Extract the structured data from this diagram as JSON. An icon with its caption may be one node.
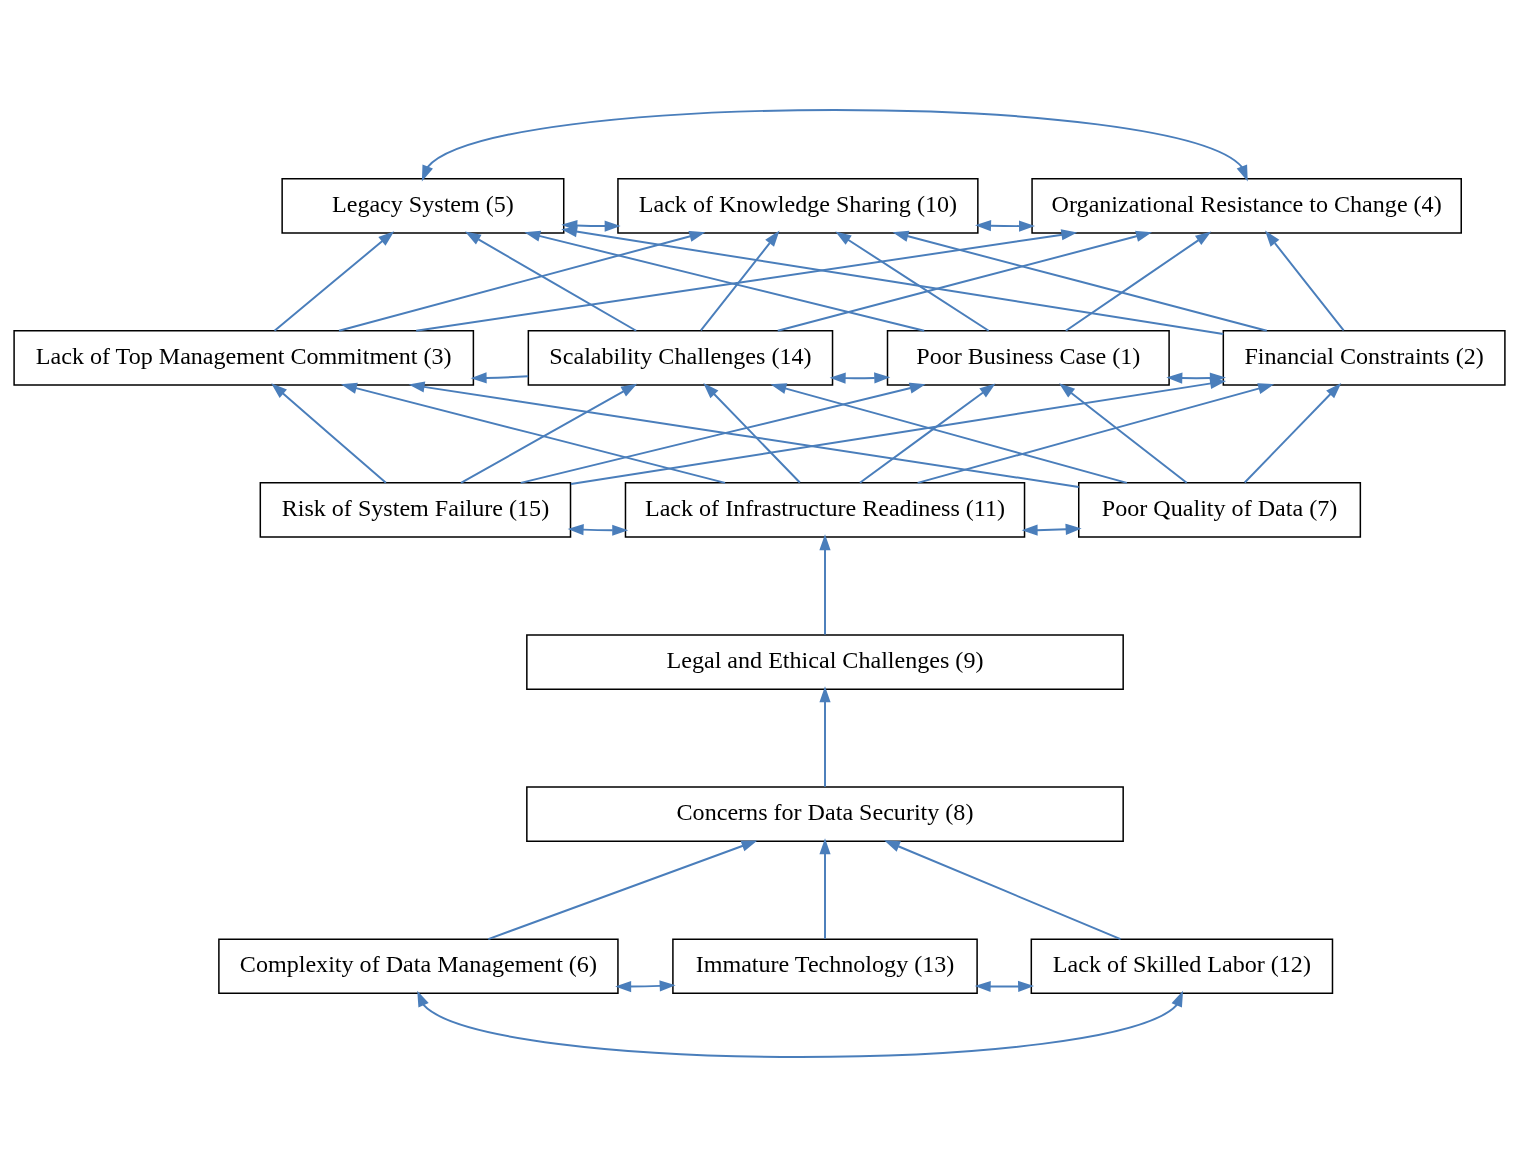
{
  "diagram": {
    "nodes": [
      {
        "text": [
          "Legacy System (5)"
        ]
      },
      {
        "text": [
          "Lack of Knowledge Sharing (10)"
        ]
      },
      {
        "text": [
          "Organizational Resistance to Change (4)"
        ]
      },
      {
        "text": [
          "Lack of Top Management Commitment (3)"
        ]
      },
      {
        "text": [
          "Scalability Challenges (14)"
        ]
      },
      {
        "text": [
          "Poor Business Case (1)"
        ]
      },
      {
        "text": [
          "Financial Constraints (2)"
        ]
      },
      {
        "text": [
          "Risk of System Failure (15)"
        ]
      },
      {
        "text": [
          "Lack of Infrastructure Readiness (11)"
        ]
      },
      {
        "text": [
          "Poor Quality of Data (7)"
        ]
      },
      {
        "text": [
          "Legal and Ethical Challenges (9)"
        ]
      },
      {
        "text": [
          "Concerns for Data Security (8)"
        ]
      },
      {
        "text": [
          "Complexity of Data Management (6)"
        ]
      },
      {
        "text": [
          "Immature Technology (13)"
        ]
      },
      {
        "text": [
          "Lack of Skilled Labor (12)"
        ]
      }
    ],
    "edges": [
      {
        "from": 0,
        "to": 1,
        "arrow": "both"
      },
      {
        "from": 1,
        "to": 2,
        "arrow": "both"
      },
      {
        "from": 0,
        "to": 2,
        "arrow": "both"
      },
      {
        "from": 3,
        "to": 0,
        "arrow": "to"
      },
      {
        "from": 3,
        "to": 1,
        "arrow": "to"
      },
      {
        "from": 3,
        "to": 2,
        "arrow": "to"
      },
      {
        "from": 4,
        "to": 0,
        "arrow": "to"
      },
      {
        "from": 4,
        "to": 1,
        "arrow": "to"
      },
      {
        "from": 4,
        "to": 2,
        "arrow": "to"
      },
      {
        "from": 5,
        "to": 0,
        "arrow": "to"
      },
      {
        "from": 5,
        "to": 1,
        "arrow": "to"
      },
      {
        "from": 5,
        "to": 2,
        "arrow": "to"
      },
      {
        "from": 6,
        "to": 0,
        "arrow": "to"
      },
      {
        "from": 6,
        "to": 1,
        "arrow": "to"
      },
      {
        "from": 6,
        "to": 2,
        "arrow": "to"
      },
      {
        "from": 4,
        "to": 3,
        "arrow": "to"
      },
      {
        "from": 4,
        "to": 5,
        "arrow": "both"
      },
      {
        "from": 5,
        "to": 6,
        "arrow": "both"
      },
      {
        "from": 7,
        "to": 3,
        "arrow": "to"
      },
      {
        "from": 7,
        "to": 4,
        "arrow": "to"
      },
      {
        "from": 7,
        "to": 5,
        "arrow": "to"
      },
      {
        "from": 7,
        "to": 6,
        "arrow": "to"
      },
      {
        "from": 8,
        "to": 3,
        "arrow": "to"
      },
      {
        "from": 8,
        "to": 4,
        "arrow": "to"
      },
      {
        "from": 8,
        "to": 5,
        "arrow": "to"
      },
      {
        "from": 8,
        "to": 6,
        "arrow": "to"
      },
      {
        "from": 9,
        "to": 3,
        "arrow": "to"
      },
      {
        "from": 9,
        "to": 4,
        "arrow": "to"
      },
      {
        "from": 9,
        "to": 5,
        "arrow": "to"
      },
      {
        "from": 9,
        "to": 6,
        "arrow": "to"
      },
      {
        "from": 7,
        "to": 8,
        "arrow": "both"
      },
      {
        "from": 8,
        "to": 9,
        "arrow": "both"
      },
      {
        "from": 10,
        "to": 8,
        "arrow": "to"
      },
      {
        "from": 11,
        "to": 10,
        "arrow": "to"
      },
      {
        "from": 12,
        "to": 11,
        "arrow": "to"
      },
      {
        "from": 13,
        "to": 11,
        "arrow": "to"
      },
      {
        "from": 14,
        "to": 11,
        "arrow": "to"
      },
      {
        "from": 12,
        "to": 13,
        "arrow": "both"
      },
      {
        "from": 13,
        "to": 14,
        "arrow": "both"
      },
      {
        "from": 12,
        "to": 14,
        "arrow": "both"
      }
    ]
  }
}
